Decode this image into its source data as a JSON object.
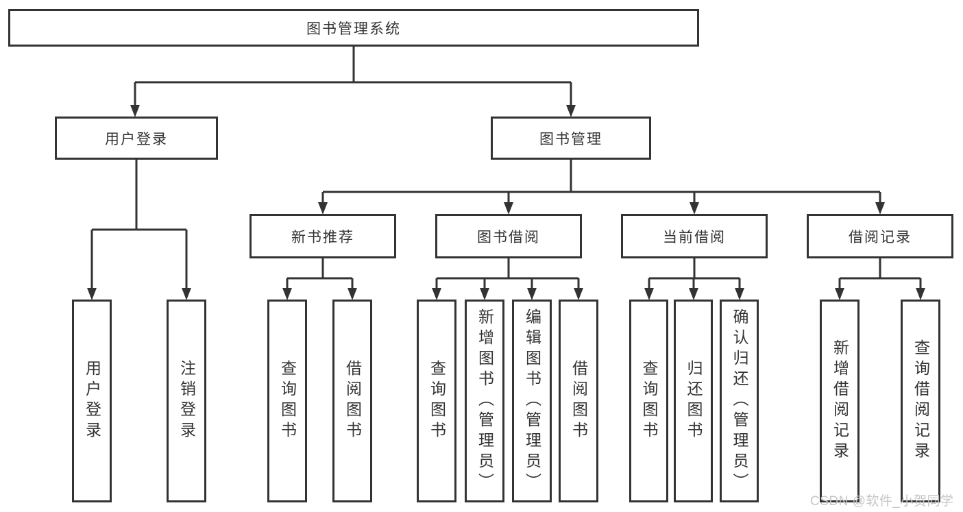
{
  "diagram": {
    "root": {
      "label": "图书管理系统"
    },
    "level2": [
      {
        "label": "用户登录"
      },
      {
        "label": "图书管理"
      }
    ],
    "level3": [
      {
        "label": "新书推荐"
      },
      {
        "label": "图书借阅"
      },
      {
        "label": "当前借阅"
      },
      {
        "label": "借阅记录"
      }
    ],
    "leaf_groups": [
      {
        "parent": "用户登录",
        "items": [
          "用户登录",
          "注销登录"
        ]
      },
      {
        "parent": "新书推荐",
        "items": [
          "查询图书",
          "借阅图书"
        ]
      },
      {
        "parent": "图书借阅",
        "items": [
          "查询图书",
          "新增图书（管理员）",
          "编辑图书（管理员）",
          "借阅图书"
        ]
      },
      {
        "parent": "当前借阅",
        "items": [
          "查询图书",
          "归还图书",
          "确认归还（管理员）"
        ]
      },
      {
        "parent": "借阅记录",
        "items": [
          "新增借阅记录",
          "查询借阅记录"
        ]
      }
    ],
    "colors": {
      "line": "#333333",
      "box_border": "#333333",
      "box_fill": "#ffffff",
      "watermark": "#c6c6c6"
    },
    "watermark": "CSDN @软件_小贺同学"
  }
}
